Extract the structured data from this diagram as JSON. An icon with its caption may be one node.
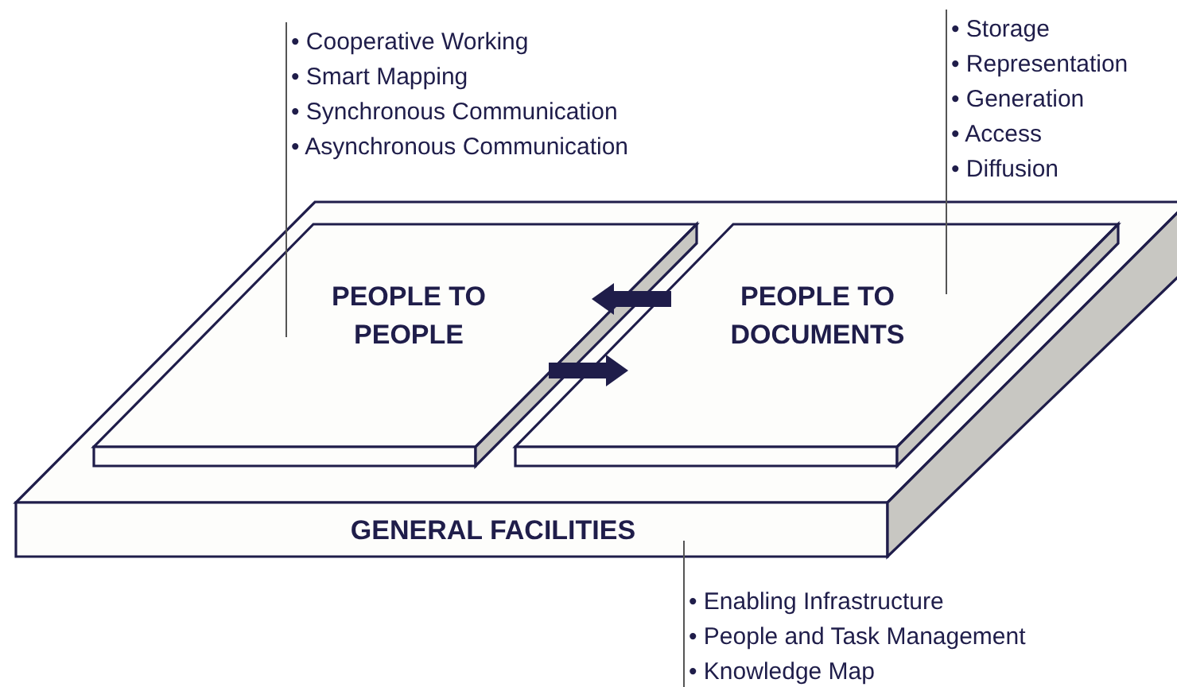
{
  "diagram": {
    "nodes": [
      {
        "text": [
          "GENERAL FACILITIES"
        ]
      },
      {
        "text": [
          "PEOPLE TO PEOPLE"
        ],
        "in": 0
      },
      {
        "text": [
          "PEOPLE TO DOCUMENTS"
        ],
        "in": 0
      },
      {
        "text": [
          "• Cooperative Working",
          "• Smart Mapping",
          "• Synchronous Communication",
          "• Asynchronous Communication"
        ]
      },
      {
        "text": [
          "• Storage",
          "• Representation",
          "• Generation",
          "• Access",
          "• Diffusion"
        ]
      },
      {
        "text": [
          "• Enabling Infrastructure",
          "• People and Task Management",
          "• Knowledge Map"
        ]
      }
    ],
    "edges": [
      {
        "from": 2,
        "to": 1,
        "arrow": "to",
        "style": "thick"
      },
      {
        "from": 1,
        "to": 2,
        "arrow": "to",
        "style": "thick"
      },
      {
        "from": 3,
        "to": 1,
        "arrow": "none"
      },
      {
        "from": 4,
        "to": 2,
        "arrow": "none"
      },
      {
        "from": 5,
        "to": 0,
        "arrow": "none"
      }
    ]
  }
}
